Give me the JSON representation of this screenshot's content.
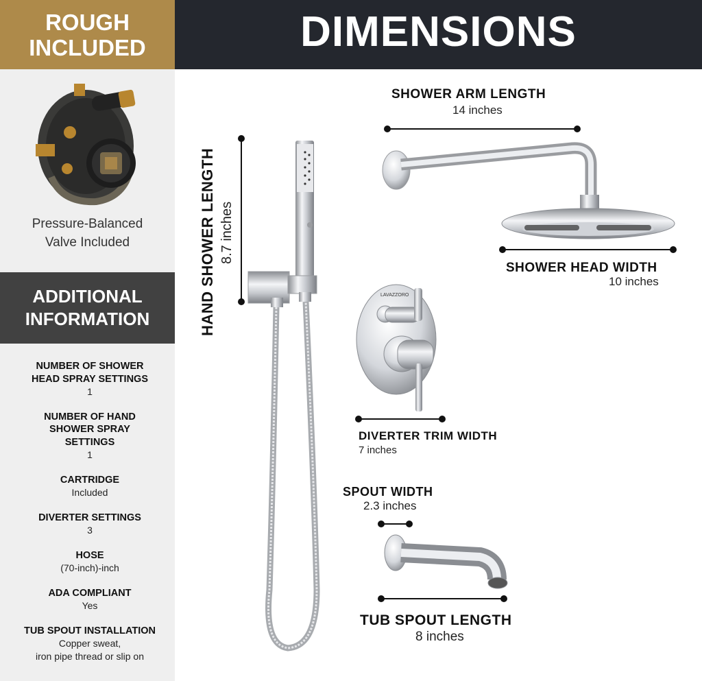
{
  "sidebar": {
    "rough_banner": {
      "line1": "ROUGH",
      "line2": "INCLUDED"
    },
    "valve_caption": {
      "line1": "Pressure-Balanced",
      "line2": "Valve Included"
    },
    "additional_banner": {
      "line1": "ADDITIONAL",
      "line2": "INFORMATION"
    },
    "specs": [
      {
        "label1": "NUMBER OF SHOWER",
        "label2": "HEAD SPRAY SETTINGS",
        "label3": "",
        "value1": "1",
        "value2": ""
      },
      {
        "label1": "NUMBER OF HAND",
        "label2": "SHOWER SPRAY",
        "label3": "SETTINGS",
        "value1": "1",
        "value2": ""
      },
      {
        "label1": "CARTRIDGE",
        "label2": "",
        "label3": "",
        "value1": "Included",
        "value2": ""
      },
      {
        "label1": "DIVERTER SETTINGS",
        "label2": "",
        "label3": "",
        "value1": "3",
        "value2": ""
      },
      {
        "label1": "HOSE",
        "label2": "",
        "label3": "",
        "value1": "(70-inch)-inch",
        "value2": ""
      },
      {
        "label1": "ADA COMPLIANT",
        "label2": "",
        "label3": "",
        "value1": "Yes",
        "value2": ""
      },
      {
        "label1": "TUB SPOUT INSTALLATION",
        "label2": "",
        "label3": "",
        "value1": "Copper sweat,",
        "value2": "iron pipe thread or slip on"
      }
    ]
  },
  "header": {
    "title": "DIMENSIONS"
  },
  "dimensions": {
    "hand_shower": {
      "label": "HAND SHOWER LENGTH",
      "value": "8.7 inches"
    },
    "shower_arm": {
      "label": "SHOWER ARM LENGTH",
      "value": "14 inches"
    },
    "shower_head": {
      "label": "SHOWER HEAD WIDTH",
      "value": "10 inches"
    },
    "diverter_trim": {
      "label": "DIVERTER TRIM WIDTH",
      "value": "7 inches"
    },
    "spout_width": {
      "label": "SPOUT WIDTH",
      "value": "2.3 inches"
    },
    "tub_spout": {
      "label": "TUB SPOUT LENGTH",
      "value": "8 inches"
    }
  },
  "diverter_brand": "LAVAZZORO",
  "colors": {
    "gold": "#ae8a4a",
    "dark_header": "#24272e",
    "gray_banner": "#414141",
    "sidebar_bg": "#efefef"
  }
}
